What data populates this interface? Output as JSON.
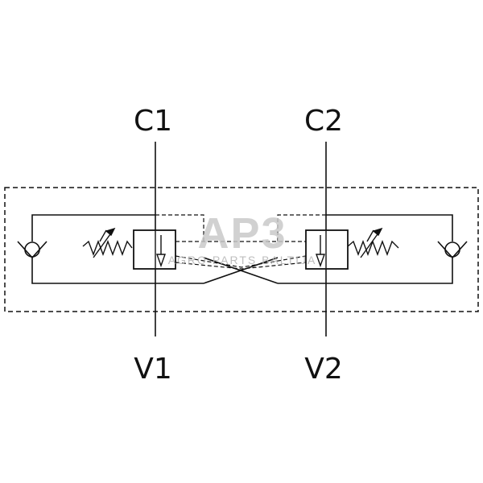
{
  "ports": {
    "c1": "C1",
    "c2": "C2",
    "v1": "V1",
    "v2": "V2"
  },
  "watermark": {
    "logo": "AP3",
    "text": "AGRO PARTS BALTIJA"
  },
  "colors": {
    "line": "#111111",
    "watermark": "#c9c9c9",
    "background": "#ffffff"
  },
  "components": [
    "check-valve-left",
    "relief-valve-left",
    "pilot-check-valve-left",
    "pilot-check-valve-right",
    "relief-valve-right",
    "check-valve-right"
  ]
}
